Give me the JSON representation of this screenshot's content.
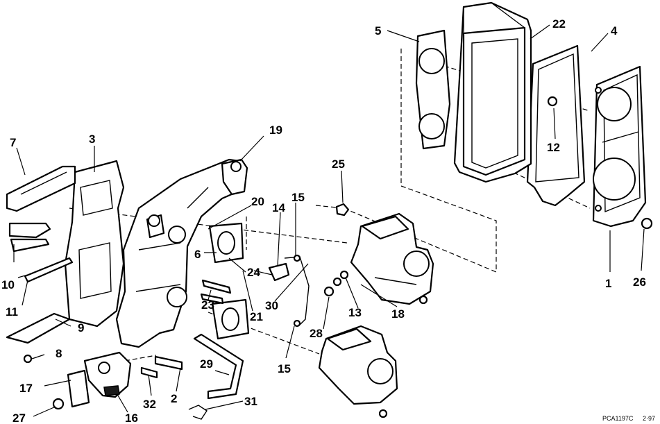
{
  "figure_code": "PCA1197C",
  "figure_date": "2·97",
  "callouts": {
    "n1": "1",
    "n2": "2",
    "n3": "3",
    "n4": "4",
    "n5": "5",
    "n6": "6",
    "n7": "7",
    "n8": "8",
    "n9": "9",
    "n10": "10",
    "n11": "11",
    "n12": "12",
    "n13": "13",
    "n14": "14",
    "n15a": "15",
    "n15b": "15",
    "n16": "16",
    "n17": "17",
    "n18": "18",
    "n19": "19",
    "n20": "20",
    "n21": "21",
    "n22": "22",
    "n23": "23",
    "n24": "24",
    "n25": "25",
    "n26": "26",
    "n27": "27",
    "n28": "28",
    "n29": "29",
    "n30": "30",
    "n31": "31",
    "n32": "32"
  }
}
